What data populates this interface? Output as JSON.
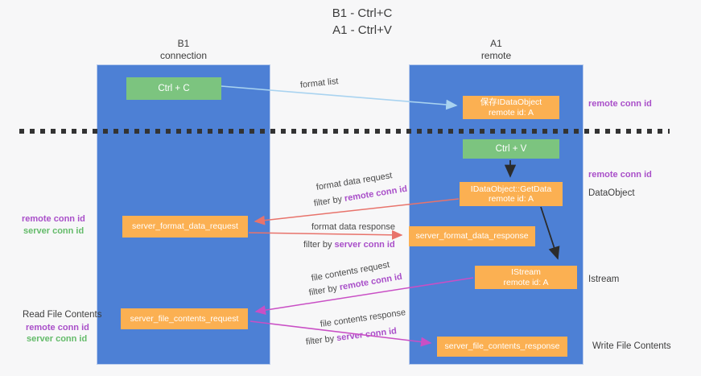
{
  "title": {
    "line1": "B1 - Ctrl+C",
    "line2": "A1 - Ctrl+V"
  },
  "columns": {
    "left": {
      "header_line1": "B1",
      "header_line2": "connection"
    },
    "right": {
      "header_line1": "A1",
      "header_line2": "remote"
    }
  },
  "boxes": {
    "ctrl_c": {
      "label": "Ctrl + C"
    },
    "save_idataobject": {
      "line1": "保存IDataObject",
      "line2": "remote id: A"
    },
    "ctrl_v": {
      "label": "Ctrl + V"
    },
    "getdata": {
      "line1": "IDataObject::GetData",
      "line2": "remote id: A"
    },
    "server_format_data_request": {
      "label": "server_format_data_request"
    },
    "server_format_data_response": {
      "label": "server_format_data_response"
    },
    "istream": {
      "line1": "IStream",
      "line2": "remote id: A"
    },
    "server_file_contents_request": {
      "label": "server_file_contents_request"
    },
    "server_file_contents_response": {
      "label": "server_file_contents_response"
    }
  },
  "arrow_labels": {
    "format_list": "format list",
    "format_data_request": "format data request",
    "filter_request_format": {
      "prefix": "filter by ",
      "value": "remote conn id"
    },
    "format_data_response": "format data response",
    "filter_response_format": {
      "prefix": "filter by ",
      "value": "server conn id"
    },
    "file_contents_request": "file contents request",
    "filter_request_file": {
      "prefix": "filter by ",
      "value": "remote conn id"
    },
    "file_contents_response": "file contents response",
    "filter_response_file": {
      "prefix": "filter by ",
      "value": "server conn id"
    }
  },
  "annotations": {
    "right": [
      {
        "text": "remote conn id"
      },
      {
        "text": "remote conn id"
      },
      {
        "text": "DataObject"
      },
      {
        "text": "Istream"
      },
      {
        "text": "Write File Contents"
      }
    ],
    "left": [
      {
        "text": "remote conn id"
      },
      {
        "text": "server conn id"
      },
      {
        "text": "Read File Contents"
      },
      {
        "text": "remote conn id"
      },
      {
        "text": "server conn id"
      }
    ]
  },
  "colors": {
    "column_blue": "#4d80d5",
    "box_orange": "#fbb052",
    "box_green": "#7cc47f",
    "arrow_lightblue": "#a9d3f0",
    "arrow_red": "#e8736b",
    "arrow_magenta": "#c94fc5",
    "arrow_black": "#2b2b2b",
    "text_purple": "#a94fc9",
    "text_green": "#64bb6a",
    "text_dark": "#3d3d3d"
  }
}
